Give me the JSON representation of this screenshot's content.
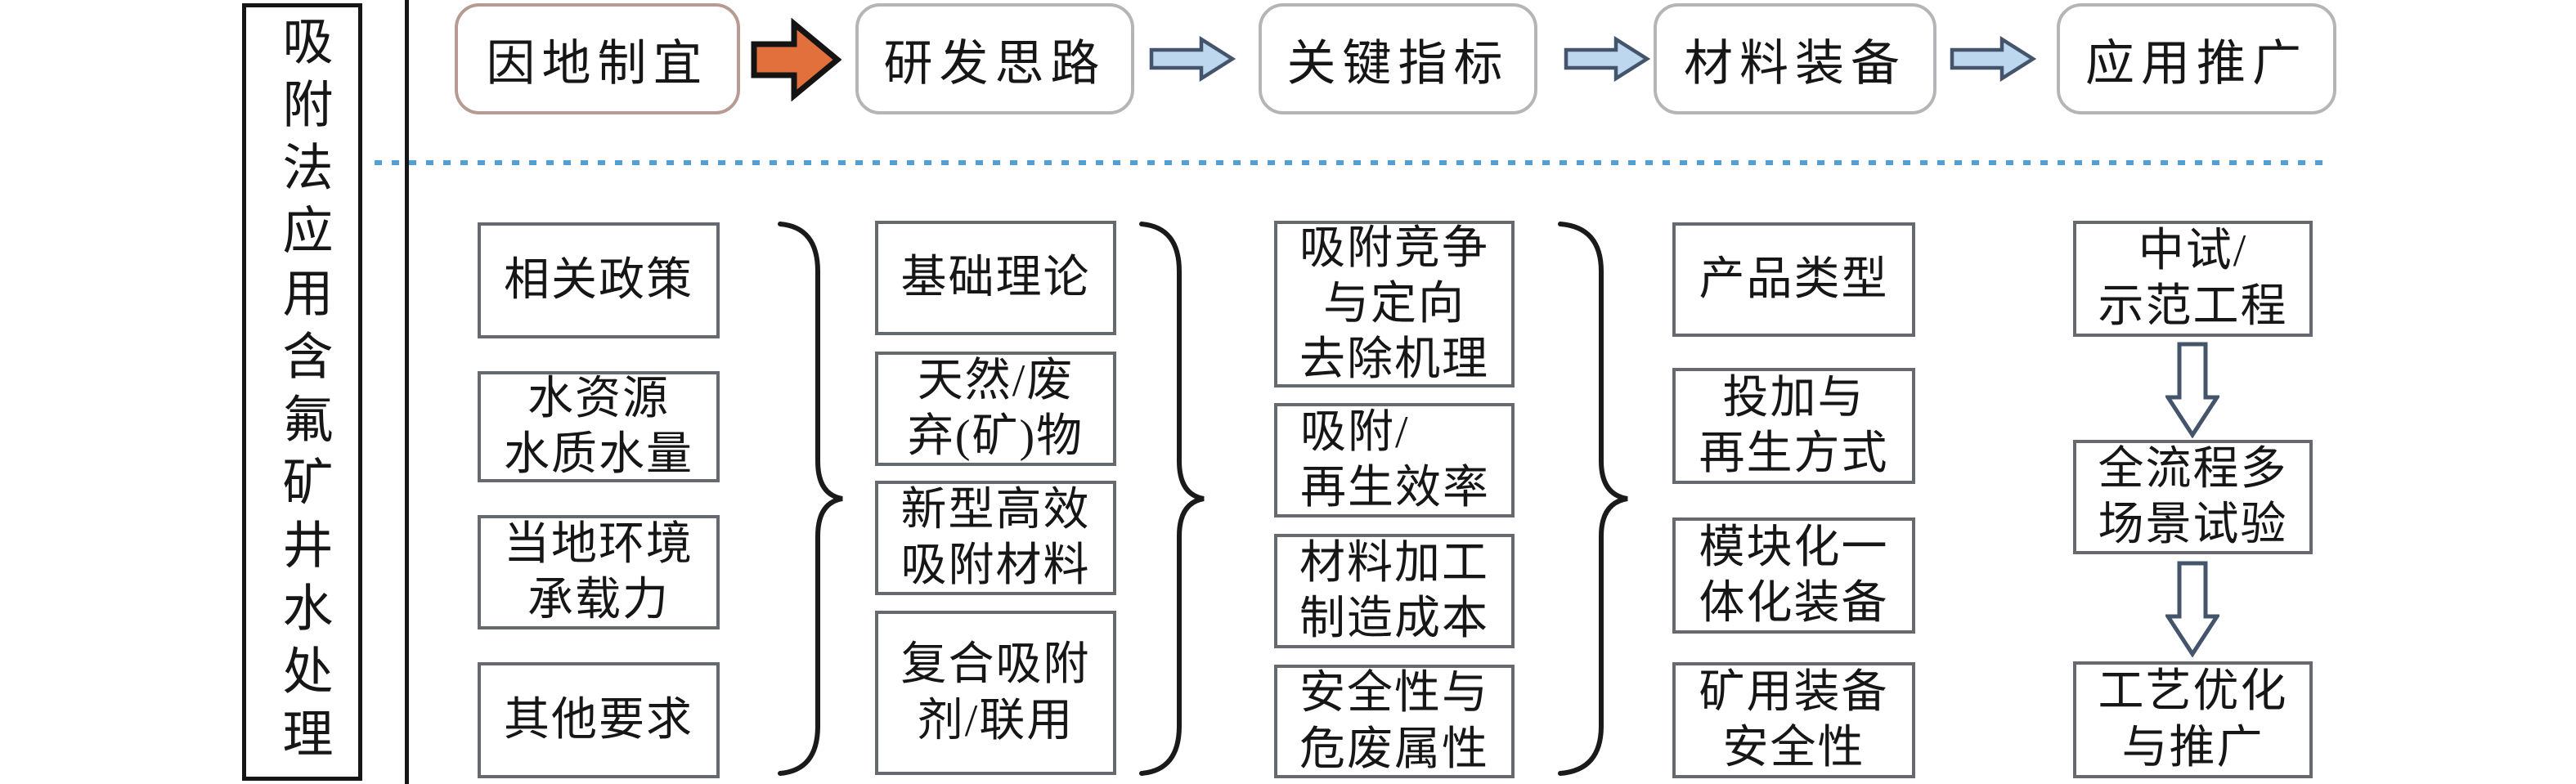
{
  "title": {
    "vertical_label": "吸附法应用含氟矿井水处理"
  },
  "flow": {
    "stages": [
      {
        "label": "因地制宜"
      },
      {
        "label": "研发思路"
      },
      {
        "label": "关键指标"
      },
      {
        "label": "材料装备"
      },
      {
        "label": "应用推广"
      }
    ],
    "colors": {
      "accent_box_border": "#b79a92",
      "stage_box_border": "#b5b5b8",
      "orange_arrow_fill": "#e2703c",
      "blue_arrow_fill": "#bdd7ee",
      "arrow_outline": "#44546a",
      "dotted_line": "#539fd3",
      "column_box_border": "#66696d"
    }
  },
  "columns": [
    {
      "stage": "因地制宜",
      "boxes": [
        "相关政策",
        "水资源\n水质水量",
        "当地环境\n承载力",
        "其他要求"
      ],
      "has_brace": true
    },
    {
      "stage": "研发思路",
      "boxes": [
        "基础理论",
        "天然/废\n弃(矿)物",
        "新型高效\n吸附材料",
        "复合吸附\n剂/联用"
      ],
      "has_brace": true
    },
    {
      "stage": "关键指标",
      "boxes": [
        "吸附竞争\n与定向\n去除机理",
        "吸附/\n再生效率",
        "材料加工\n制造成本",
        "安全性与\n危废属性"
      ],
      "has_brace": true
    },
    {
      "stage": "材料装备",
      "boxes": [
        "产品类型",
        "投加与\n再生方式",
        "模块化一\n体化装备",
        "矿用装备\n安全性"
      ],
      "has_brace": false
    },
    {
      "stage": "应用推广",
      "boxes": [
        "中试/\n示范工程",
        "全流程多\n场景试验",
        "工艺优化\n与推广"
      ],
      "has_brace": false
    }
  ]
}
